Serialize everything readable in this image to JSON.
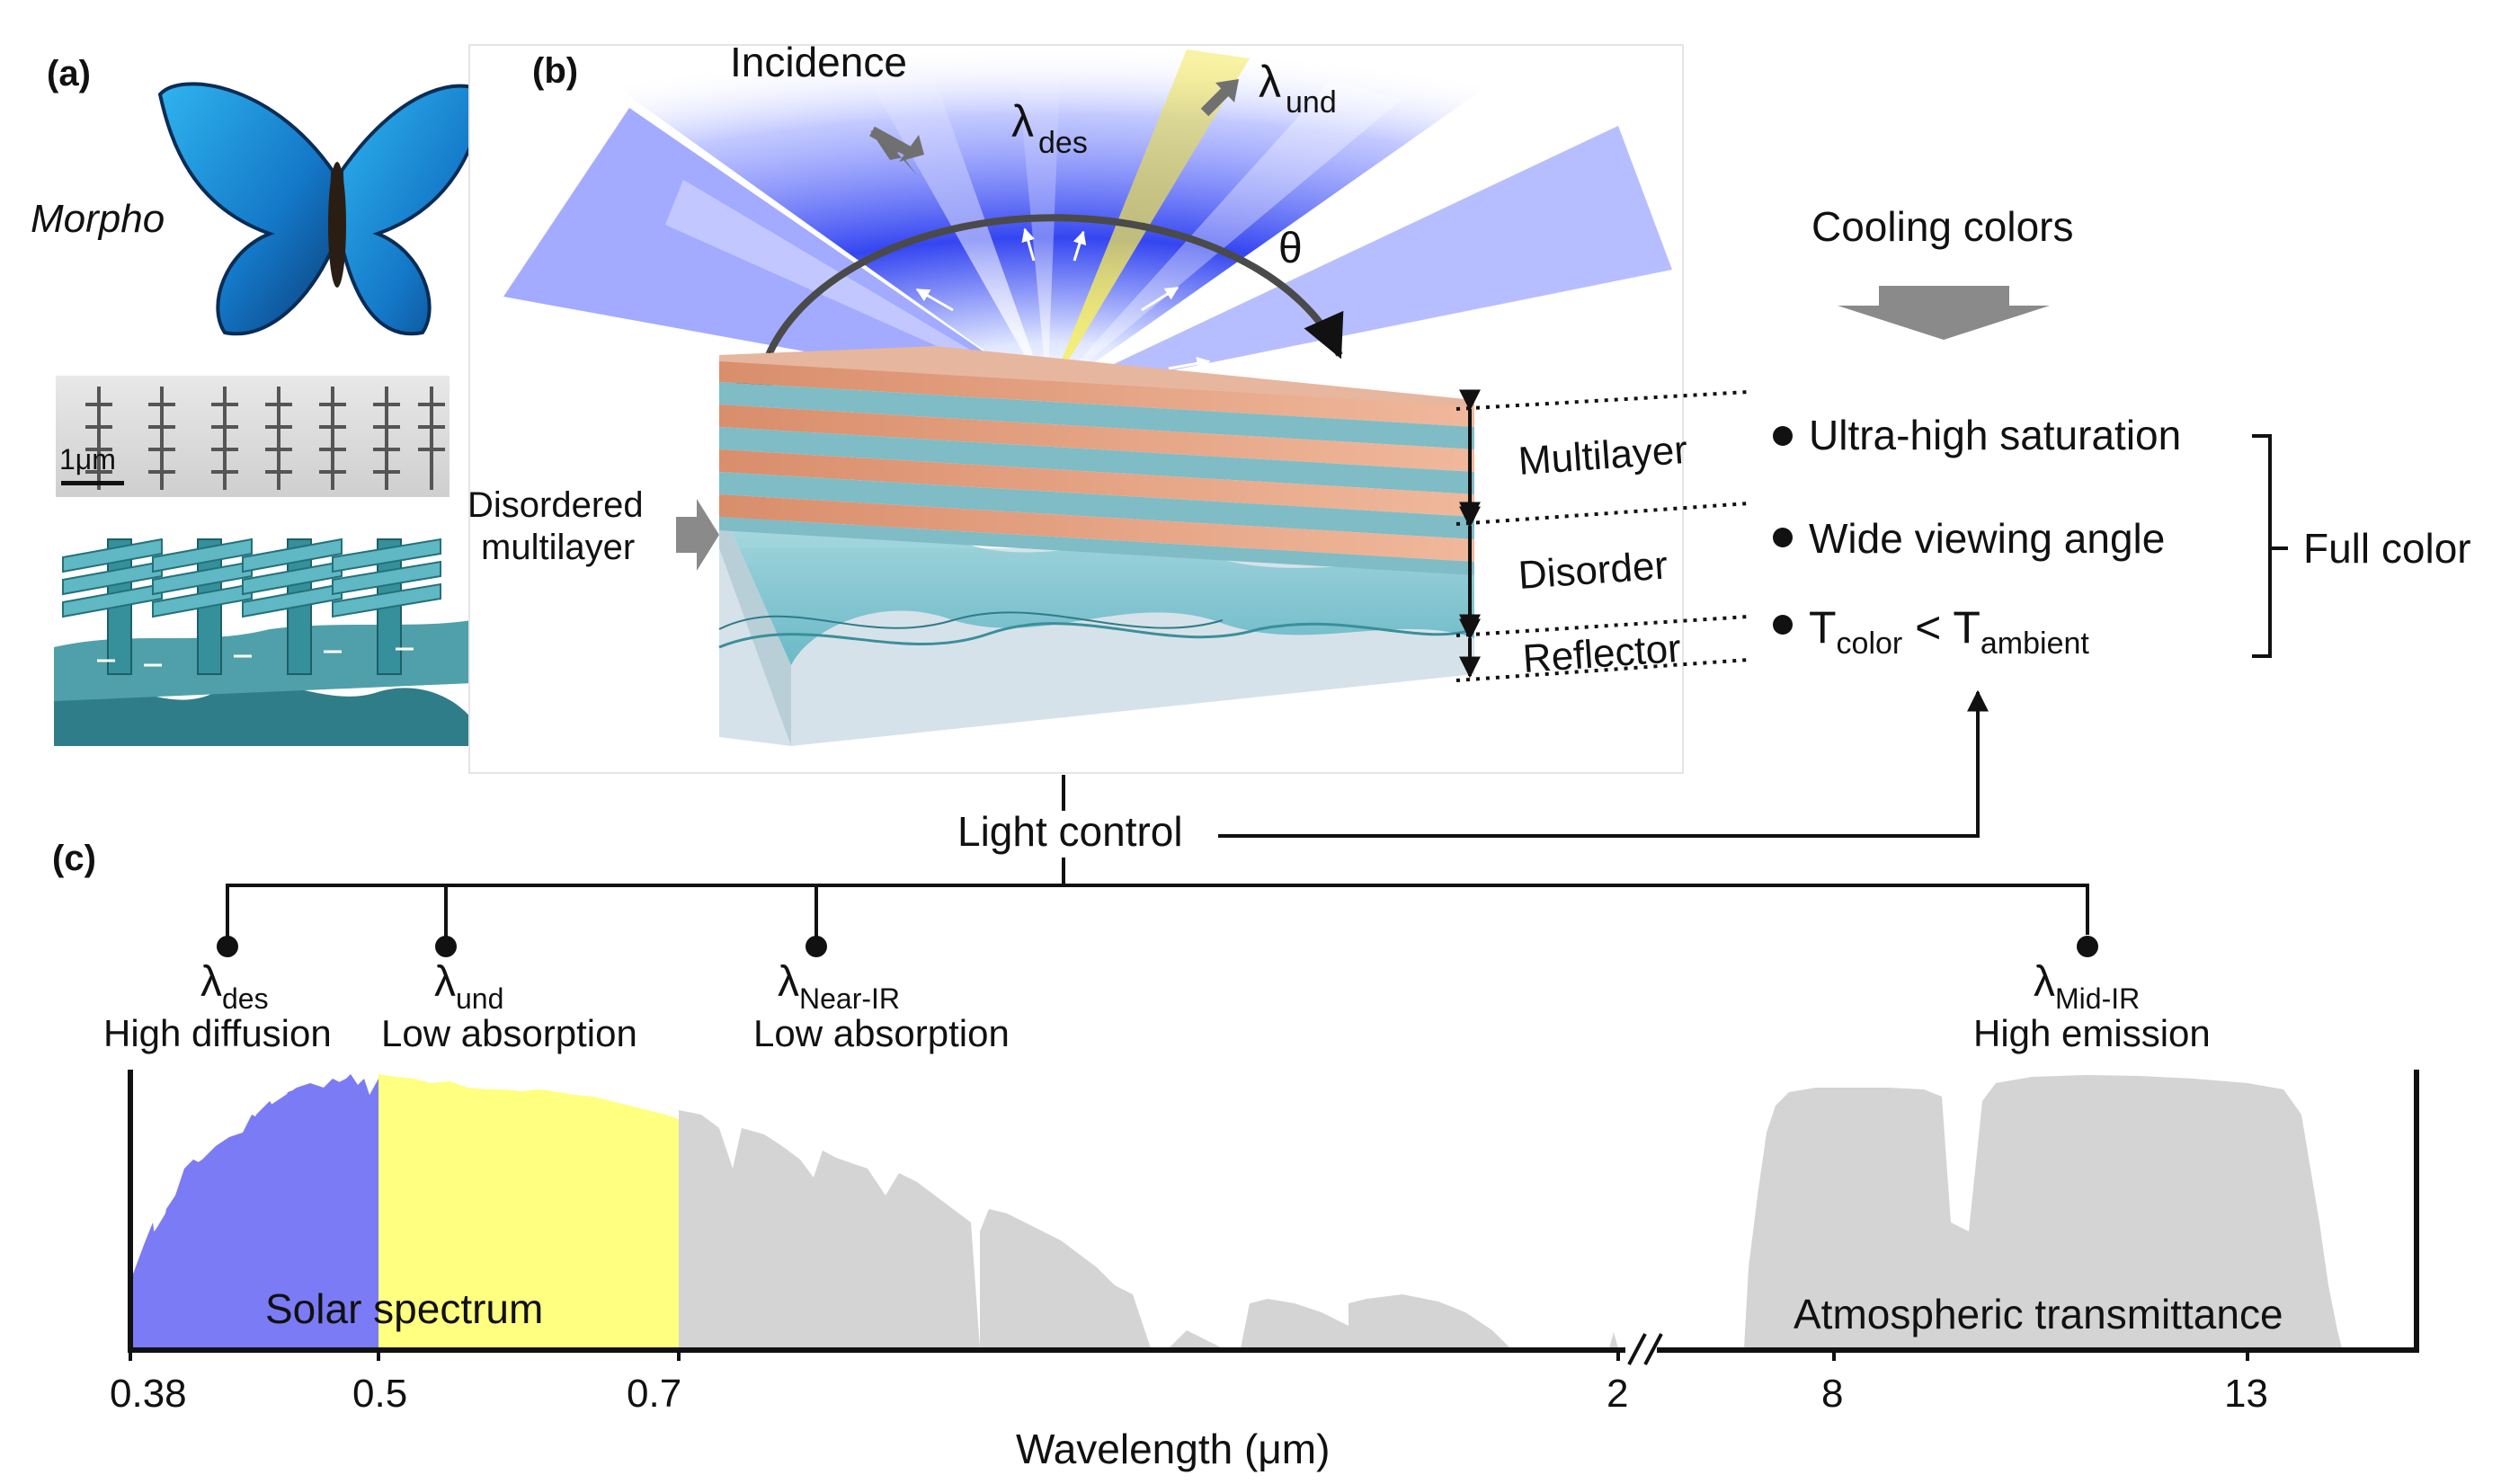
{
  "panels": {
    "a": "(a)",
    "b": "(b)",
    "c": "(c)"
  },
  "panel_a": {
    "species": "Morpho",
    "scale_bar": "1μm"
  },
  "panel_b": {
    "incidence": "Incidence",
    "lambda_des": {
      "sym": "λ",
      "sub": "des"
    },
    "lambda_und": {
      "sym": "λ",
      "sub": "und"
    },
    "theta": "θ",
    "disordered_multilayer": [
      "Disordered",
      "multilayer"
    ],
    "layers": [
      "Multilayer",
      "Disorder",
      "Reflector"
    ],
    "cooling_colors": "Cooling colors",
    "features": {
      "saturation": "Ultra-high saturation",
      "viewing": "Wide viewing angle",
      "temp_T1": "T",
      "temp_sub1": "color",
      "temp_lt": " < ",
      "temp_T2": "T",
      "temp_sub2": "ambient"
    },
    "full_color": "Full color"
  },
  "panel_c": {
    "light_control": "Light control",
    "lambdas": [
      {
        "sym": "λ",
        "sub": "des",
        "desc": "High diffusion"
      },
      {
        "sym": "λ",
        "sub": "und",
        "desc": "Low absorption"
      },
      {
        "sym": "λ",
        "sub": "Near-IR",
        "desc": "Low absorption"
      },
      {
        "sym": "λ",
        "sub": "Mid-IR",
        "desc": "High emission"
      }
    ],
    "solar_label": "Solar spectrum",
    "atm_label": "Atmospheric transmittance",
    "ticks": [
      "0.38",
      "0.5",
      "0.7",
      "2",
      "8",
      "13"
    ],
    "xlabel": "Wavelength (μm)",
    "colors": {
      "blue": "#7b7bf5",
      "yellow": "#ffff80",
      "gray": "#d4d4d4"
    }
  }
}
